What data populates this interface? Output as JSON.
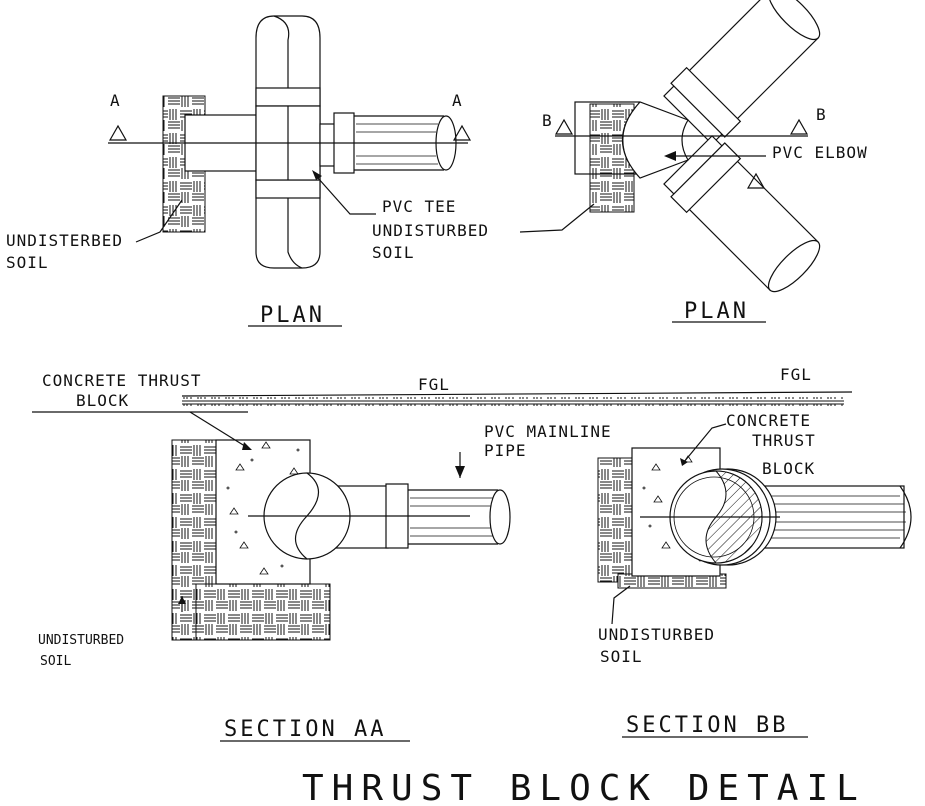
{
  "labels": {
    "plan_tee": "PLAN",
    "plan_elbow": "PLAN",
    "section_a_left": "A",
    "section_a_right": "A",
    "section_b_left": "B",
    "section_b_right": "B",
    "pvc_tee": "PVC TEE",
    "undisterbed_soil_1": "UNDISTERBED",
    "undisterbed_soil_2": "SOIL",
    "undisturbed_soil_tee_1": "UNDISTURBED",
    "undisturbed_soil_tee_2": "SOIL",
    "pvc_elbow": "PVC ELBOW",
    "concrete_thrust_block_1": "CONCRETE THRUST",
    "concrete_thrust_block_2": "BLOCK",
    "fgl_left": "FGL",
    "fgl_right": "FGL",
    "pvc_mainline_pipe_1": "PVC MAINLINE",
    "pvc_mainline_pipe_2": "PIPE",
    "concrete_thrust_bb_1": "CONCRETE",
    "concrete_thrust_bb_2": "THRUST",
    "concrete_thrust_bb_3": "BLOCK",
    "undisturbed_soil_aa_1": "UNDISTURBED",
    "undisturbed_soil_aa_2": "SOIL",
    "undisturbed_soil_bb_1": "UNDISTURBED",
    "undisturbed_soil_bb_2": "SOIL",
    "section_aa": "SECTION AA",
    "section_bb": "SECTION BB",
    "title": "THRUST BLOCK DETAIL"
  }
}
